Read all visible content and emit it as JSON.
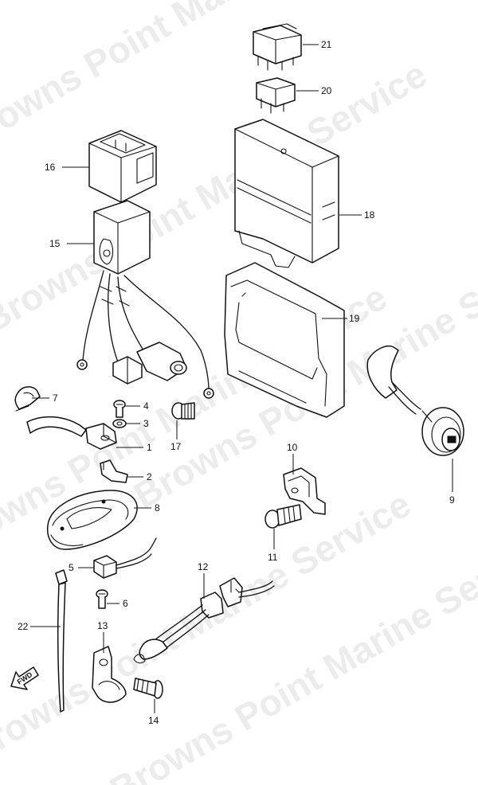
{
  "watermark": {
    "text": "Browns Point Marine Service",
    "color": "#c8c8c8"
  },
  "direction_arrow": {
    "label": "FWD",
    "icon": "forward-arrow-icon"
  },
  "callouts": [
    {
      "id": "c1",
      "label": "1",
      "part": "ground-terminal-lead"
    },
    {
      "id": "c2",
      "label": "2",
      "part": "terminal-clip"
    },
    {
      "id": "c3",
      "label": "3",
      "part": "washer"
    },
    {
      "id": "c4",
      "label": "4",
      "part": "screw"
    },
    {
      "id": "c5",
      "label": "5",
      "part": "sensor-switch"
    },
    {
      "id": "c6",
      "label": "6",
      "part": "screw"
    },
    {
      "id": "c7",
      "label": "7",
      "part": "wire-clamp"
    },
    {
      "id": "c8",
      "label": "8",
      "part": "cover"
    },
    {
      "id": "c9",
      "label": "9",
      "part": "diagnostic-connector-cap"
    },
    {
      "id": "c10",
      "label": "10",
      "part": "bracket"
    },
    {
      "id": "c11",
      "label": "11",
      "part": "bolt"
    },
    {
      "id": "c12",
      "label": "12",
      "part": "harness-lead"
    },
    {
      "id": "c13",
      "label": "13",
      "part": "clamp"
    },
    {
      "id": "c14",
      "label": "14",
      "part": "screw"
    },
    {
      "id": "c15",
      "label": "15",
      "part": "rectifier-regulator"
    },
    {
      "id": "c16",
      "label": "16",
      "part": "rectifier-cover"
    },
    {
      "id": "c17",
      "label": "17",
      "part": "bolt"
    },
    {
      "id": "c18",
      "label": "18",
      "part": "ecm-unit"
    },
    {
      "id": "c19",
      "label": "19",
      "part": "ecm-cover"
    },
    {
      "id": "c20",
      "label": "20",
      "part": "relay"
    },
    {
      "id": "c21",
      "label": "21",
      "part": "relay"
    },
    {
      "id": "c22",
      "label": "22",
      "part": "cable-tie"
    }
  ]
}
